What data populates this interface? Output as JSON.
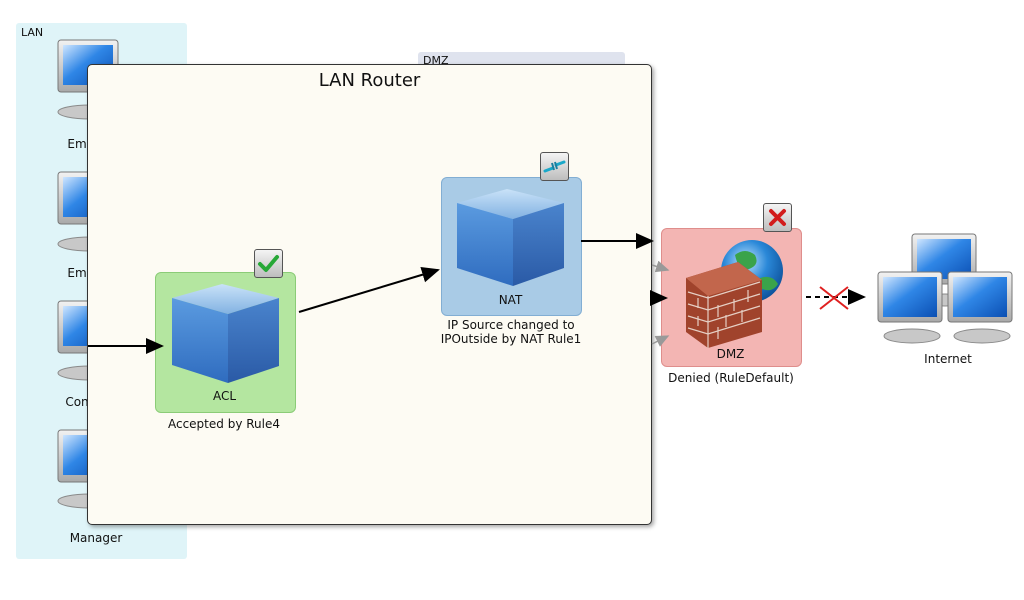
{
  "zones": {
    "lan_label": "LAN",
    "dmz_label": "DMZ"
  },
  "lan_computers": [
    {
      "label": "Em"
    },
    {
      "label": "Em"
    },
    {
      "label": "Con"
    },
    {
      "label": "Manager"
    }
  ],
  "router": {
    "title": "LAN Router",
    "nodes": {
      "acl": {
        "name": "ACL",
        "caption": "Accepted by Rule4",
        "status_icon": "checkmark-icon",
        "color": "#b4e6a0"
      },
      "nat": {
        "name": "NAT",
        "caption_line1": "IP Source changed to",
        "caption_line2": "IPOutside by NAT Rule1",
        "status_icon": "connector-icon",
        "color": "#a9cbe6"
      }
    }
  },
  "firewall": {
    "name": "DMZ",
    "caption": "Denied (RuleDefault)",
    "status_icon": "red-x-icon",
    "color": "#f3b5b3"
  },
  "internet": {
    "label": "Internet"
  }
}
